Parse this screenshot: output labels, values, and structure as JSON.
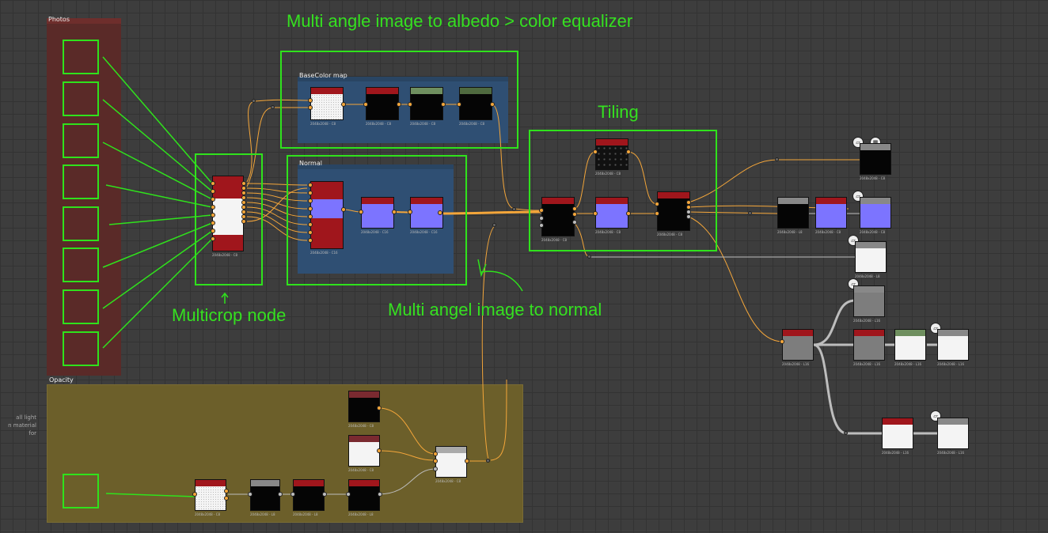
{
  "frames": {
    "photos": "Photos",
    "opacity": "Opacity",
    "basecolor": "BaseColor map",
    "normal": "Normal"
  },
  "annotations": {
    "albedo": "Multi angle image to albedo > color equalizer",
    "tiling": "Tiling",
    "multicrop": "Multicrop node",
    "normal": "Multi angel image to normal"
  },
  "side_comment": {
    "line1": "all light",
    "line2": "n material for"
  },
  "node_labels": {
    "c8": "2048x2048 - C8",
    "c16": "2048x2048 - C16",
    "l8": "2048x2048 - L8",
    "l16": "2048x2048 - L16"
  },
  "icons": {
    "output": "cube-icon",
    "checker": "checker-icon"
  },
  "colors": {
    "annotation_green": "#35e020",
    "wire_orange": "#f4a63a",
    "wire_gray": "#bdbdbd",
    "header_red": "#a0161c",
    "normal_purple": "#7c74ff"
  }
}
